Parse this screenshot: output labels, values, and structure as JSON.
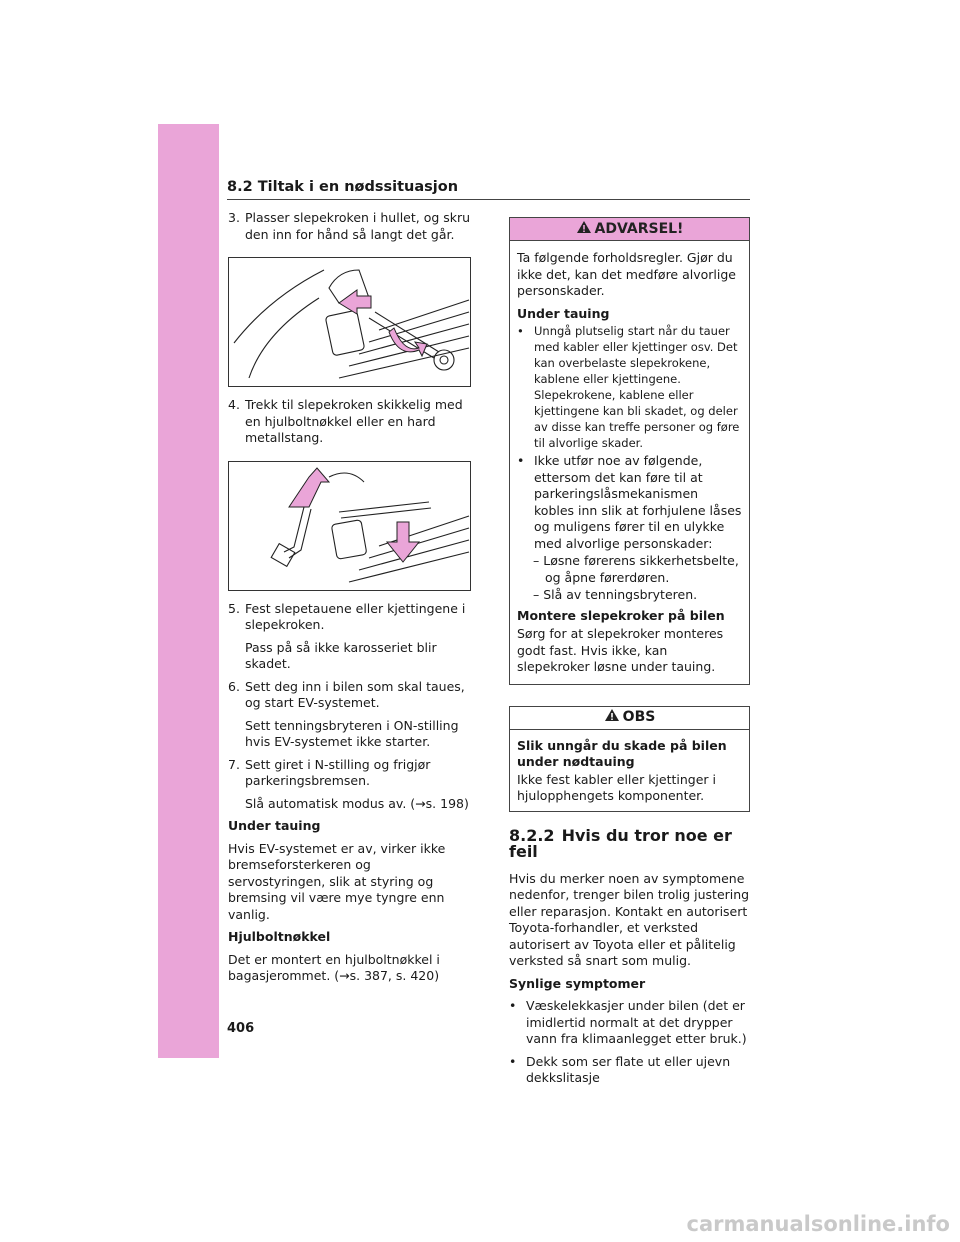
{
  "header": {
    "section": "8.2  Tiltak i en nødssituasjon"
  },
  "page_number": "406",
  "left": {
    "step3": {
      "num": "3.",
      "text": "Plasser slepekroken i hullet, og skru den inn for hånd så langt det går."
    },
    "step4": {
      "num": "4.",
      "text": "Trekk til slepekroken skikkelig med en hjulboltnøkkel eller en hard metallstang."
    },
    "step5": {
      "num": "5.",
      "text": "Fest slepetauene eller kjettingene i slepekroken.",
      "note": "Pass på så ikke karosseriet blir skadet."
    },
    "step6": {
      "num": "6.",
      "text": "Sett deg inn i bilen som skal taues, og start EV-systemet.",
      "note": "Sett tenningsbryteren i ON-stilling hvis EV-systemet ikke starter."
    },
    "step7": {
      "num": "7.",
      "text": "Sett giret i N-stilling og frigjør parkeringsbremsen.",
      "note": "Slå automatisk modus av. (→s. 198)"
    },
    "under_tauing_head": "Under tauing",
    "under_tauing_text": "Hvis EV-systemet er av, virker ikke bremseforsterkeren og servostyringen, slik at styring og bremsing vil være mye tyngre enn vanlig.",
    "hjul_head": "Hjulboltnøkkel",
    "hjul_text": "Det er montert en hjulboltnøkkel i bagasjerommet. (→s. 387, s. 420)"
  },
  "warning": {
    "title": "ADVARSEL!",
    "intro": "Ta følgende forholdsregler. Gjør du ikke det, kan det medføre alvorlige personskader.",
    "sub1": "Under tauing",
    "b1": "Unngå plutselig start når du tauer med kabler eller kjettinger osv. Det kan overbelaste slepekrokene, kablene eller kjettingene. Slepekrokene, kablene eller kjettingene kan bli skadet, og deler av disse kan treffe personer og føre til alvorlige skader.",
    "b2": "Ikke utfør noe av følgende, ettersom det kan føre til at parkeringslåsmekanismen kobles inn slik at forhjulene låses og muligens fører til en ulykke med alvorlige personskader:",
    "d1": "Løsne førerens sikkerhetsbelte, og åpne førerdøren.",
    "d2": "Slå av tenningsbryteren.",
    "sub2": "Montere slepekroker på bilen",
    "text2": "Sørg for at slepekroker monteres godt fast. Hvis ikke, kan slepekroker løsne under tauing."
  },
  "obs": {
    "title": "OBS",
    "sub": "Slik unngår du skade på bilen under nødtauing",
    "text": "Ikke fest kabler eller kjettinger i hjulopphengets komponenter."
  },
  "section822": {
    "num": "8.2.2",
    "title": "Hvis du tror noe er feil",
    "intro": "Hvis du merker noen av symptomene nedenfor, trenger bilen trolig justering eller reparasjon. Kontakt en autorisert Toyota-forhandler, et verksted autorisert av Toyota eller et pålitelig verksted så snart som mulig.",
    "sub": "Synlige symptomer",
    "b1": "Væskelekkasjer under bilen (det er imidlertid normalt at det drypper vann fra klimaanlegget etter bruk.)",
    "b2": "Dekk som ser flate ut eller ujevn dekkslitasje"
  },
  "watermark": "carmanualsonline.info",
  "colors": {
    "accent": "#eaa5d8"
  }
}
